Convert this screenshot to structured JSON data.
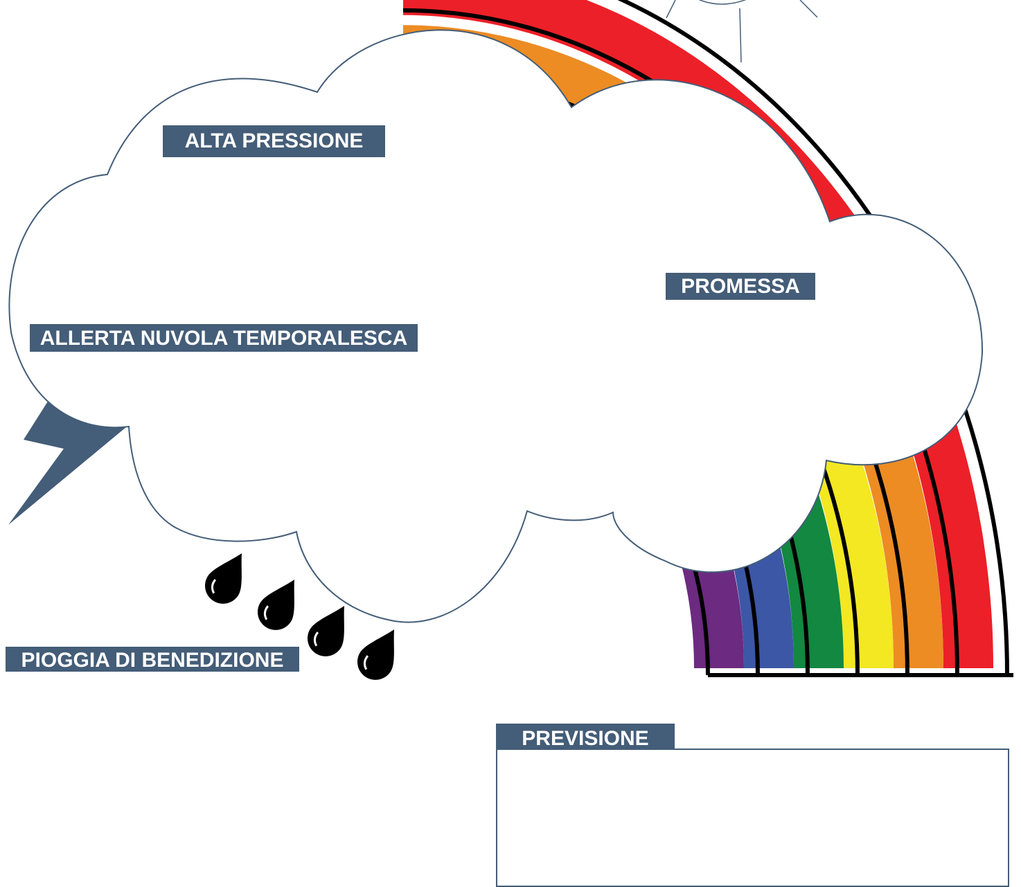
{
  "labels": {
    "high_pressure": "ALTA PRESSIONE",
    "promise": "PROMESSA",
    "storm_alert": "ALLERTA NUVOLA TEMPORALESCA",
    "rain_of_blessing": "PIOGGIA DI BENEDIZIONE",
    "forecast": "PREVISIONE"
  },
  "colors": {
    "label_background": "#445d78",
    "label_text": "#ffffff",
    "cloud_outline": "#445d78",
    "lightning": "#445d78",
    "raindrops": "#000000"
  },
  "rainbow": {
    "bands": [
      "#ec2028",
      "#ec8c23",
      "#f3e822",
      "#128841",
      "#3c57a6",
      "#6c2a80"
    ]
  },
  "icons": [
    "sun-icon",
    "cloud-icon",
    "lightning-bolt-icon",
    "raindrop-icon",
    "rainbow-icon"
  ]
}
